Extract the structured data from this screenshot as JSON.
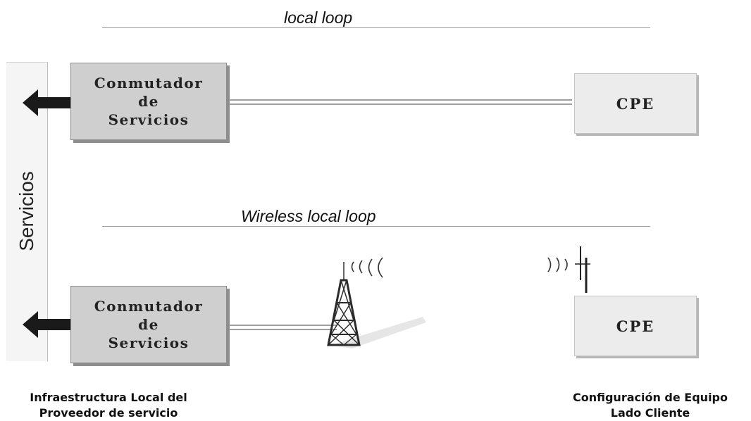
{
  "top_section": {
    "title": "local loop"
  },
  "bottom_section": {
    "title": "Wireless local loop"
  },
  "services_label": "Servicios",
  "top_switch": {
    "lines": [
      "Conmutador",
      "de",
      "Servicios"
    ]
  },
  "bottom_switch": {
    "lines": [
      "Conmutador",
      "de",
      "Servicios"
    ]
  },
  "top_cpe": {
    "label": "CPE"
  },
  "bottom_cpe": {
    "label": "CPE"
  },
  "footer": {
    "left": {
      "line1": "Infraestructura Local del",
      "line2": "Proveedor de servicio"
    },
    "right": {
      "line1": "Configuración de Equipo",
      "line2": "Lado Cliente"
    }
  },
  "icons": [
    "double-arrow-icon",
    "radio-tower-icon",
    "cpe-antenna-icon",
    "radio-waves-icon"
  ]
}
